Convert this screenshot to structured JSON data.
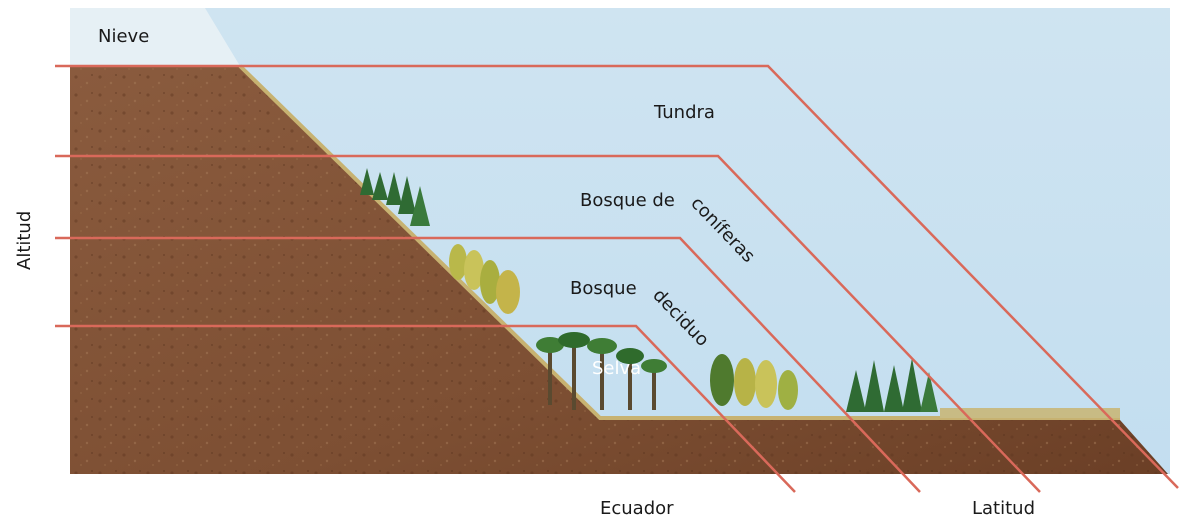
{
  "labels": {
    "snow": "Nieve",
    "tundra": "Tundra",
    "coniferous_1": "Bosque de",
    "coniferous_2": "coníferas",
    "deciduous_1": "Bosque",
    "deciduous_2": "deciduo",
    "rainforest": "Selva",
    "altitude": "Altitud",
    "equator": "Ecuador",
    "latitude": "Latitud"
  },
  "colors": {
    "sky": "#d4e9f4",
    "soil": "#8a5a3c",
    "soil_dark": "#6e4128",
    "zone_line": "#d9695a",
    "conifer": "#2f6b33",
    "deciduous": "#b7b347",
    "palm": "#3f7d35"
  }
}
